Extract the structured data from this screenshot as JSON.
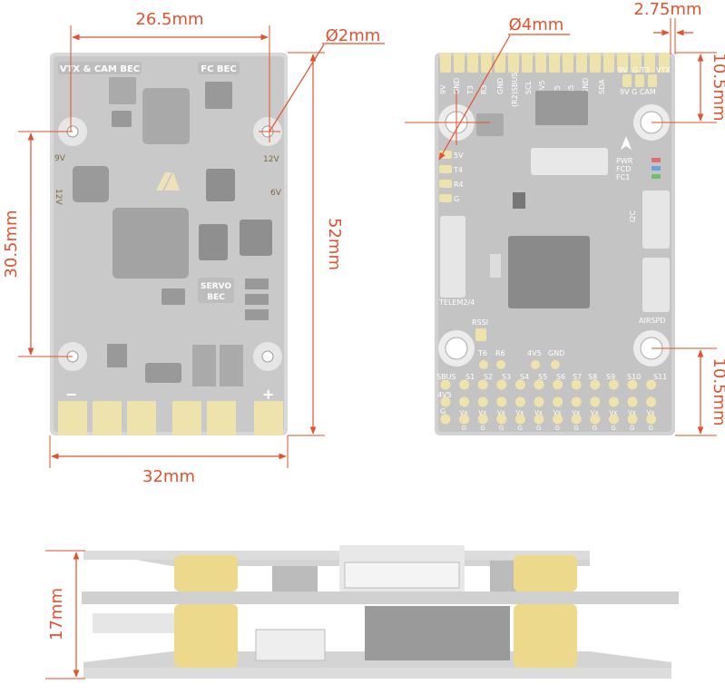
{
  "dimensions": {
    "mount_width": "26.5mm",
    "hole_small": "Ø2mm",
    "hole_large": "Ø4mm",
    "edge_offset": "2.75mm",
    "mount_height": "30.5mm",
    "board_height": "52mm",
    "board_width": "32mm",
    "right_top": "10.5mm",
    "right_bottom": "10.5mm",
    "stack_height": "17mm"
  },
  "left_board": {
    "vtx_bec_label": "VTX & CAM BEC",
    "fc_bec_label": "FC BEC",
    "servo_bec_line1": "SERVO",
    "servo_bec_line2": "BEC",
    "volt_9v": "9V",
    "volt_12v": "12V",
    "volt_12v_right": "12V",
    "volt_6v": "6V",
    "plus": "+",
    "minus": "−"
  },
  "right_board": {
    "top_pins": [
      "9V",
      "GND",
      "T3",
      "R3",
      "GND",
      "(R2)SBUS",
      "4V5",
      "T5",
      "R5",
      "GND",
      "SCL",
      "SDA",
      "9V",
      "G",
      "T3",
      "VTX"
    ],
    "cam_label": "9V G CAM",
    "left_pins": [
      "5V",
      "T4",
      "R4",
      "G"
    ],
    "leds": [
      "PWR",
      "FCD",
      "FC1"
    ],
    "i2c": "I2C",
    "airspd": "AIRSPD",
    "telem": "TELEM2/4",
    "rssi": "RSSI",
    "t6": "T6",
    "r6": "R6",
    "v4v5": "4V5",
    "gnd": "GND",
    "servo_cols": [
      "SBUS",
      "S1",
      "S2",
      "S3",
      "S4",
      "S5",
      "S6",
      "S7",
      "S8",
      "S9",
      "S10",
      "S11"
    ],
    "row_vx_first": "4V5",
    "row_vx": "Vx",
    "row_g": "G"
  }
}
